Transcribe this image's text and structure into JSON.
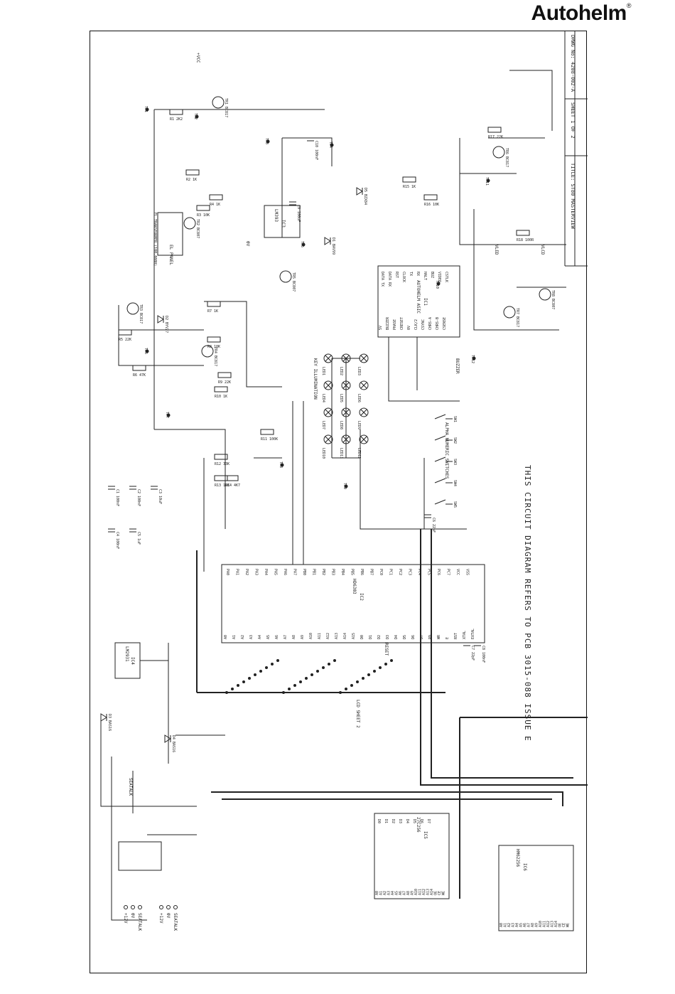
{
  "brand": {
    "name": "Autohelm",
    "mark": "®"
  },
  "drawing": {
    "drg_no": "DRWG No: 4208-002-A",
    "sheet": "SHEET 1 OF 2",
    "title": "TITLE: ST80 MASTERVIEW",
    "note": "THIS CIRCUIT DIAGRAM REFERS TO PCB 3015-088 ISSUE E"
  },
  "blocks": {
    "el_transformer": "EL TRANSFORMER (100,000H)",
    "el_panel": "EL PANEL",
    "key_illumination": "KEY ILLUMINATION",
    "alpha_switches": "ALPHA NUMERIC SWITCHES",
    "lcd_sheet": "LCD SHEET 2",
    "asic": "AUTOHELM ASIC",
    "asic_ref": "IC1",
    "mcu": "HD6303",
    "mcu_ref": "IC2",
    "regulator": "LM2931",
    "regulator_ref": "IC4",
    "eprom": "27C256",
    "eprom_ref": "IC5",
    "sram": "HM62256",
    "sram_ref": "IC6",
    "comparator": "LM393",
    "comparator_ref": "IC3"
  },
  "connectors": {
    "pl1": [
      "+12V",
      "0V",
      "SEATALK"
    ],
    "pl2": [
      "+12V",
      "0V",
      "SEATALK"
    ]
  },
  "asic_pins_left": [
    "5V",
    "BUZZER",
    "PHASE",
    "CRESET",
    "0V",
    "CLK/2",
    "CSYNC",
    "CHRS-A",
    "CHRS-B",
    "CSENSE"
  ],
  "asic_pins_right": [
    "DATA TX",
    "DATA RX",
    "RST",
    "CLOCK",
    "TX",
    "RX",
    "HALT",
    "BUZ",
    "VIDEO",
    "CSTLK"
  ],
  "mcu_pins": [
    "PA0",
    "PA1",
    "PA2",
    "PA3",
    "PA4",
    "PA5",
    "PA6",
    "PA7",
    "PB0",
    "PB1",
    "PB2",
    "PB3",
    "PB4",
    "PB5",
    "PB6",
    "PB7",
    "PC0",
    "PC1",
    "PC2",
    "PC3",
    "PC4",
    "PC5",
    "PC6",
    "PC7",
    "VCC",
    "VSS"
  ],
  "mcu_pins_bottom": [
    "A0",
    "A1",
    "A2",
    "A3",
    "A4",
    "A5",
    "A6",
    "A7",
    "A8",
    "A9",
    "A10",
    "A11",
    "A12",
    "A13",
    "A14",
    "A15",
    "D0",
    "D1",
    "D2",
    "D3",
    "D4",
    "D5",
    "D6",
    "D7",
    "RD",
    "WR",
    "E",
    "RST",
    "XTAL",
    "EXTAL"
  ],
  "mem_pins": [
    "A0",
    "A1",
    "A2",
    "A3",
    "A4",
    "A5",
    "A6",
    "A7",
    "A8",
    "A9",
    "A10",
    "A11",
    "A12",
    "A13",
    "A14",
    "OE",
    "CE",
    "WE"
  ],
  "mem_data": [
    "D0",
    "D1",
    "D2",
    "D3",
    "D4",
    "D5",
    "D6",
    "D7"
  ],
  "leds": [
    "LED1",
    "LED2",
    "LED3",
    "LED4",
    "LED5",
    "LED6",
    "LED7",
    "LED8",
    "LED9",
    "LED10",
    "LED11",
    "LED12"
  ],
  "switches": [
    "SW1",
    "SW2",
    "SW3",
    "SW4",
    "SW5"
  ],
  "resistors": [
    "R1 2K2",
    "R2 1K",
    "R3 10K",
    "R4 1K",
    "R5 22K",
    "R6 47K",
    "R7 1K",
    "R8 10K",
    "R9 22K",
    "R10 1K",
    "R11 100K",
    "R12 33K",
    "R13 10K",
    "R14 4K7",
    "R15 1K",
    "R16 10K",
    "R17 22K",
    "R18 100R"
  ],
  "capacitors": [
    "C1 100nF",
    "C2 100nF",
    "C3 10uF",
    "C4 100nF",
    "C5 1uF",
    "C6 22pF",
    "C7 22pF",
    "C8 100nF",
    "C9 100uF",
    "C10 100nF"
  ],
  "transistors": [
    "TR1 BC817",
    "TR2 BC807",
    "TR3 BC817",
    "TR4 BC817",
    "TR5 BC807",
    "TR6 BC817",
    "TR7 BC817",
    "TR8 BC807"
  ],
  "diodes": [
    "D1 BAV99",
    "D2 BYV27",
    "D3 BAS16",
    "D4 BAS16",
    "D5 BZX84"
  ],
  "test_points": [
    "TP1",
    "TP2",
    "TP3",
    "TP4",
    "TP5",
    "TP6",
    "TP7",
    "TP8",
    "TP9",
    "TP10",
    "TP11",
    "TP12"
  ],
  "nets": [
    "+VCC",
    "0V",
    "VLED",
    "VLCD",
    "SEATALK",
    "RESET",
    "BUZZER"
  ]
}
